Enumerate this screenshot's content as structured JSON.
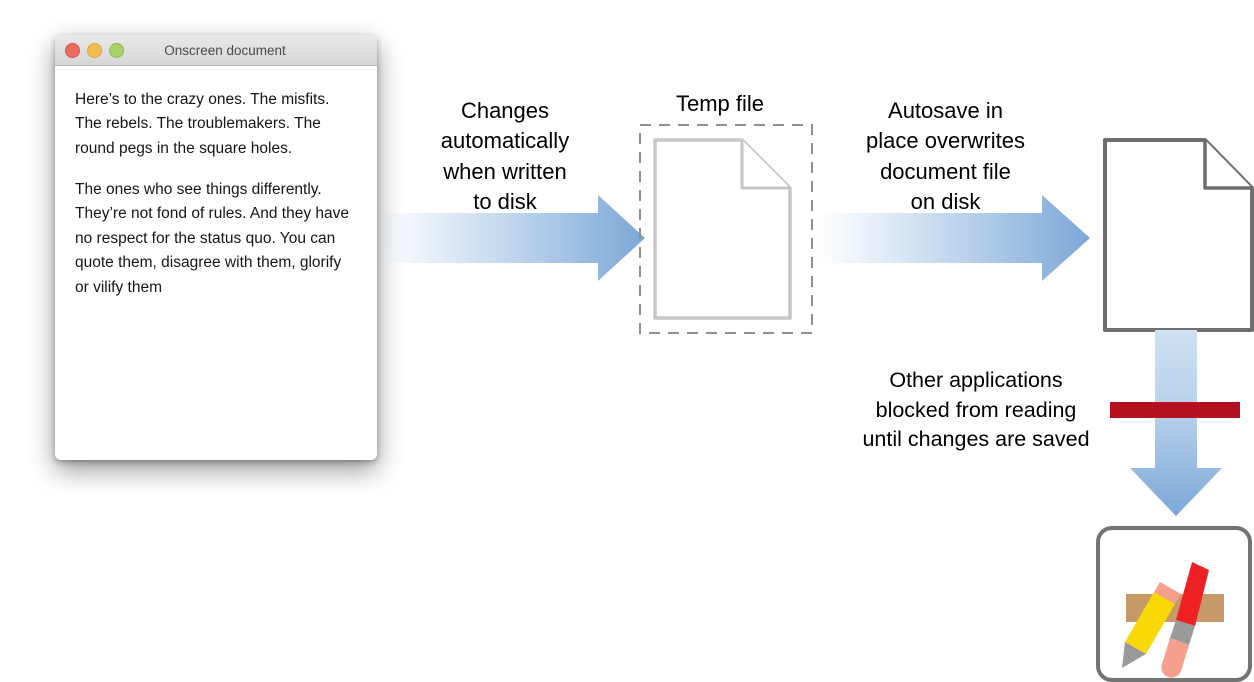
{
  "window": {
    "title": "Onscreen document",
    "controls": [
      {
        "name": "close",
        "color": "#eb6b62"
      },
      {
        "name": "minimize",
        "color": "#f4bd50"
      },
      {
        "name": "zoom",
        "color": "#a7d268"
      }
    ],
    "body_paragraphs": [
      "Here’s to the crazy ones. The misfits. The rebels. The troublemakers. The round pegs in the square holes.",
      "The ones who see things differently. They’re not fond of rules. And they have no respect for the status quo. You can quote them, disagree with them, glorify or vilify them"
    ]
  },
  "flow": {
    "step1_label": "Changes\nautomatically\nwhen written\nto disk",
    "temp_file_label": "Temp file",
    "step2_label": "Autosave in\nplace overwrites\ndocument file\non disk",
    "blocked_label": "Other applications\nblocked from reading\nuntil changes are saved"
  },
  "colors": {
    "arrow_blue": "#7ba7d7",
    "arrow_blue_light": "#f4f8fc",
    "block_red": "#b4101f",
    "temp_outline": "#c6c6c6",
    "temp_dashed": "#8f8f8f",
    "doc_outline": "#6e6e6e",
    "app_icon_border": "#737373",
    "pencil_yellow": "#f8d905",
    "pen_red": "#ee2024",
    "ruler_tan": "#c59a68",
    "eraser_pink": "#f4a08c",
    "tip_gray": "#9a9a9a"
  },
  "app_icon": {
    "name": "textedit-app-icon",
    "parts": [
      "pencil",
      "pen",
      "ruler"
    ]
  }
}
